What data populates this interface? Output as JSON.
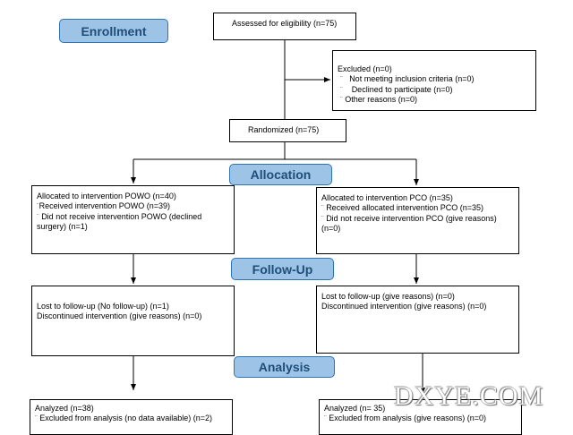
{
  "stages": {
    "enrollment": "Enrollment",
    "allocation": "Allocation",
    "follow_up": "Follow-Up",
    "analysis": "Analysis"
  },
  "assessed": "Assessed for eligibility (n=75)",
  "excluded": {
    "title": "Excluded  (n=0)",
    "items": [
      "Not meeting inclusion criteria (n=0)",
      "Declined to participate (n=0)",
      "Other reasons (n=0)"
    ]
  },
  "randomized": "Randomized (n=75)",
  "allocation_left": {
    "title": "Allocated to intervention POWO (n=40)",
    "received": "Received intervention POWO (n=39)",
    "not_received_1": "Did not receive intervention POWO (declined",
    "not_received_2": "surgery) (n=1)"
  },
  "allocation_right": {
    "title": "Allocated to intervention PCO (n=35)",
    "received": "Received allocated intervention PCO (n=35)",
    "not_received_1": "Did not receive intervention PCO (give reasons)",
    "not_received_2": "(n=0)"
  },
  "followup_left": {
    "lost": "Lost to follow-up (No follow-up) (n=1)",
    "discontinued": "Discontinued intervention (give reasons) (n=0)"
  },
  "followup_right": {
    "lost": "Lost to follow-up (give reasons) (n=0)",
    "discontinued": "Discontinued intervention (give reasons) (n=0)"
  },
  "analysis_left": {
    "analyzed": "Analyzed  (n=38)",
    "excluded": "Excluded from analysis (no data available) (n=2)"
  },
  "analysis_right": {
    "analyzed": "Analyzed  (n= 35)",
    "excluded": "Excluded from analysis (give reasons) (n=0)"
  },
  "bullet_glyph": "¨",
  "watermark": "DXYE.COM"
}
